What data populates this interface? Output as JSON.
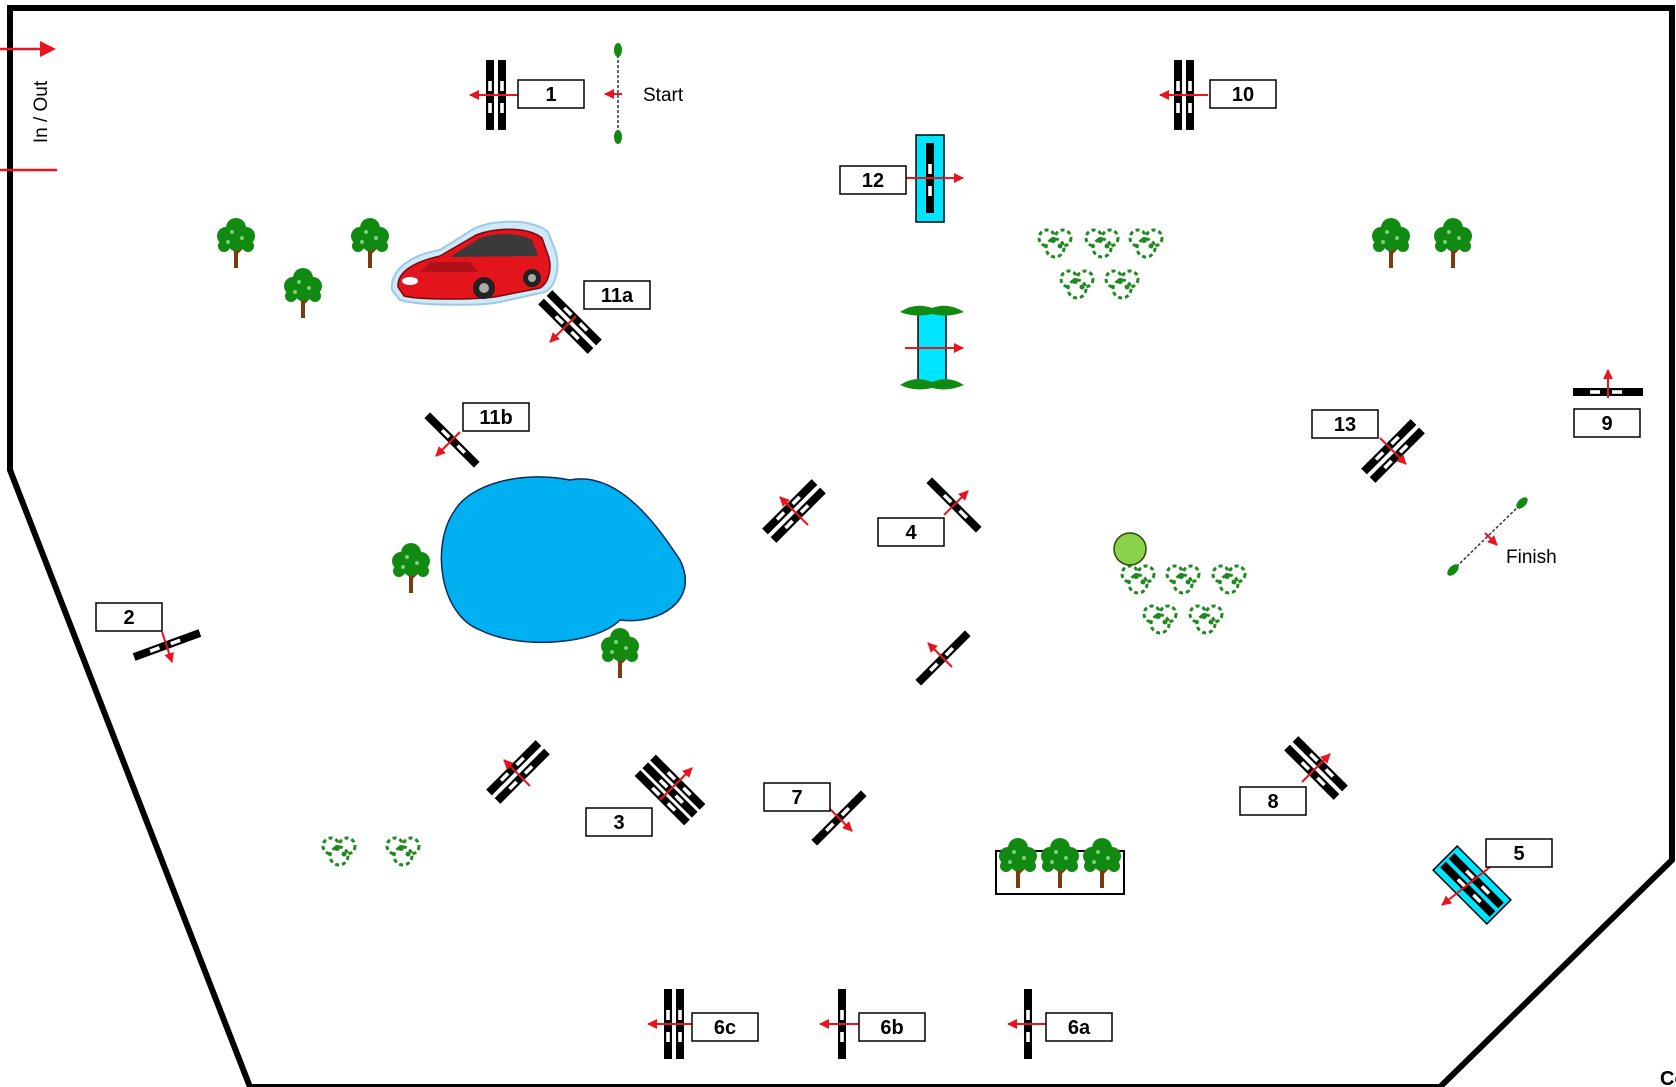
{
  "entrance": {
    "label": "In / Out"
  },
  "start": {
    "label": "Start"
  },
  "finish": {
    "label": "Finish"
  },
  "footer": {
    "label": "Co"
  },
  "fences": [
    {
      "id": "fence-1",
      "label": "1"
    },
    {
      "id": "fence-2",
      "label": "2"
    },
    {
      "id": "fence-3",
      "label": "3"
    },
    {
      "id": "fence-4",
      "label": "4"
    },
    {
      "id": "fence-5",
      "label": "5"
    },
    {
      "id": "fence-6a",
      "label": "6a"
    },
    {
      "id": "fence-6b",
      "label": "6b"
    },
    {
      "id": "fence-6c",
      "label": "6c"
    },
    {
      "id": "fence-7",
      "label": "7"
    },
    {
      "id": "fence-8",
      "label": "8"
    },
    {
      "id": "fence-9",
      "label": "9"
    },
    {
      "id": "fence-10",
      "label": "10"
    },
    {
      "id": "fence-11a",
      "label": "11a"
    },
    {
      "id": "fence-11b",
      "label": "11b"
    },
    {
      "id": "fence-12",
      "label": "12"
    },
    {
      "id": "fence-13",
      "label": "13"
    }
  ],
  "colors": {
    "arena_border": "#000000",
    "direction_arrow": "#e8141e",
    "pole_dark": "#000000",
    "pole_light": "#ffffff",
    "water": "#00b0f0",
    "water_tray": "#00e5ff",
    "tree_foliage": "#118a11",
    "tree_trunk": "#7a3b10",
    "car_body": "#e3141c",
    "marker_ball": "#8bd14a"
  }
}
